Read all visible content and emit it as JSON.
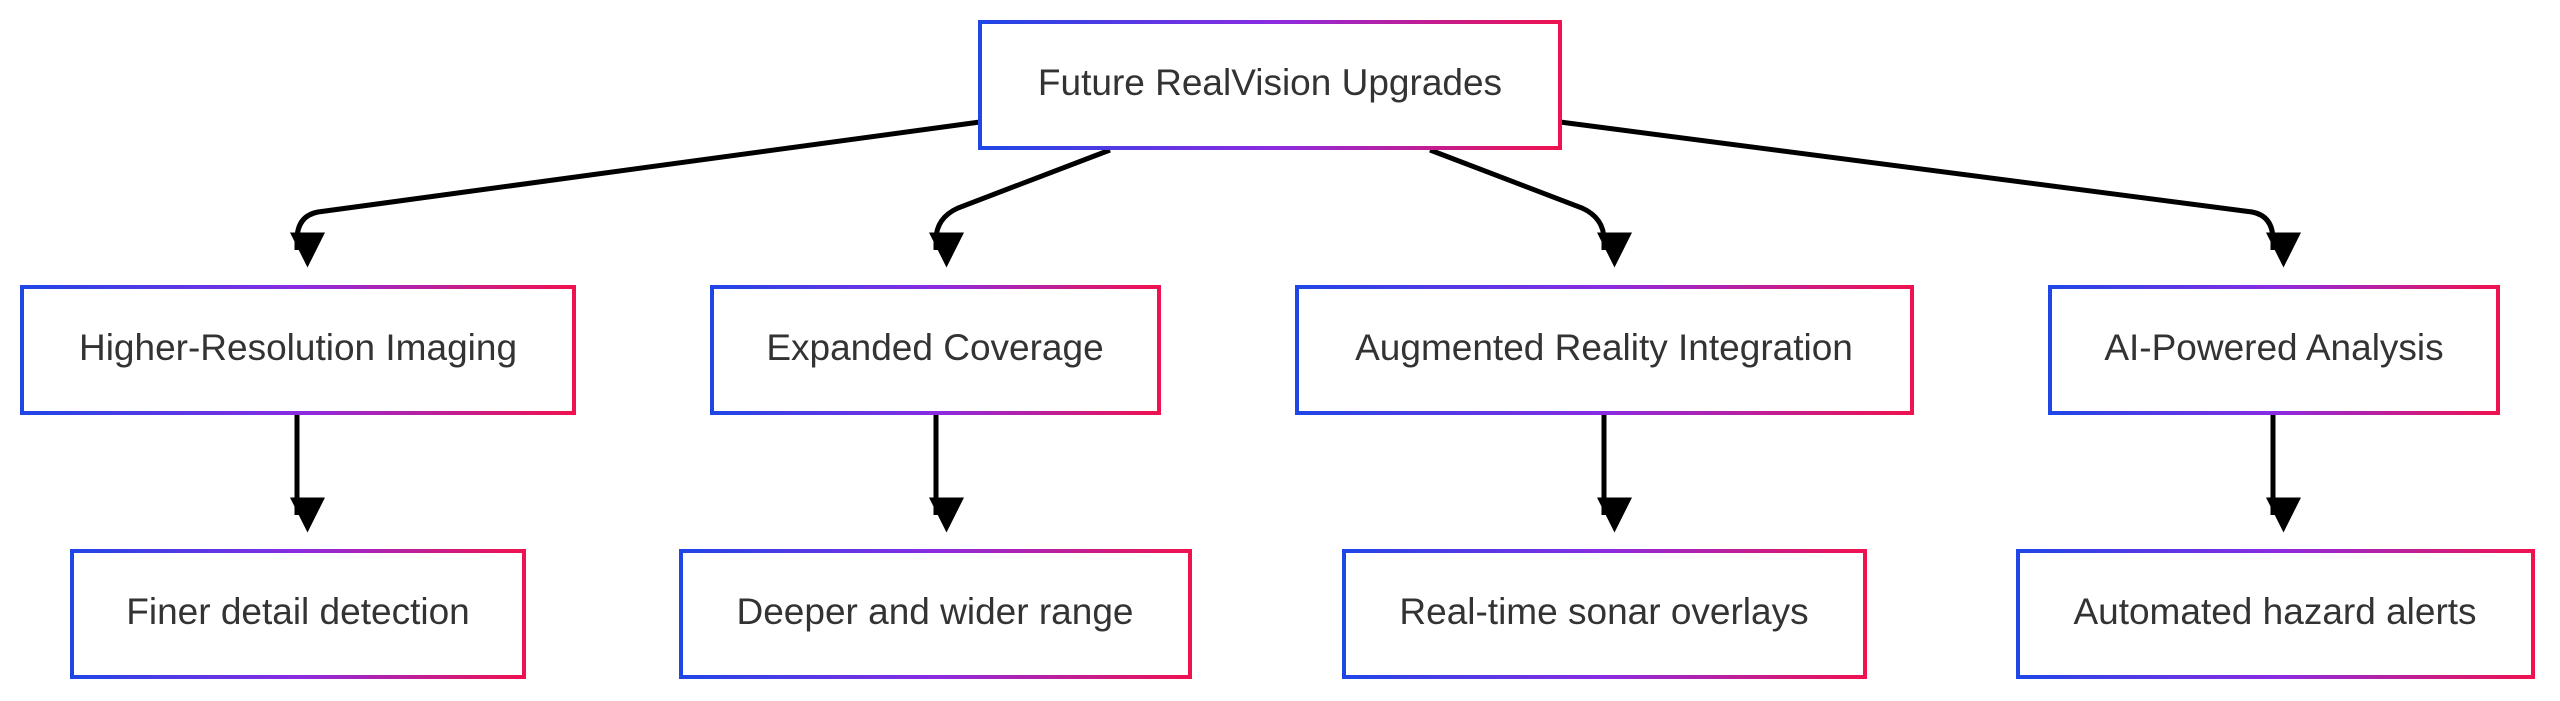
{
  "diagram": {
    "root": {
      "label": "Future RealVision Upgrades"
    },
    "branches": [
      {
        "label": "Higher-Resolution Imaging",
        "child": {
          "label": "Finer detail detection"
        }
      },
      {
        "label": "Expanded Coverage",
        "child": {
          "label": "Deeper and wider range"
        }
      },
      {
        "label": "Augmented Reality Integration",
        "child": {
          "label": "Real-time sonar overlays"
        }
      },
      {
        "label": "AI-Powered Analysis",
        "child": {
          "label": "Automated hazard alerts"
        }
      }
    ]
  },
  "colors": {
    "border_gradient_start": "#1f46e6",
    "border_gradient_mid": "#8a2be2",
    "border_gradient_end": "#f0124f",
    "text": "#333333",
    "edge": "#000000",
    "background": "#ffffff"
  }
}
